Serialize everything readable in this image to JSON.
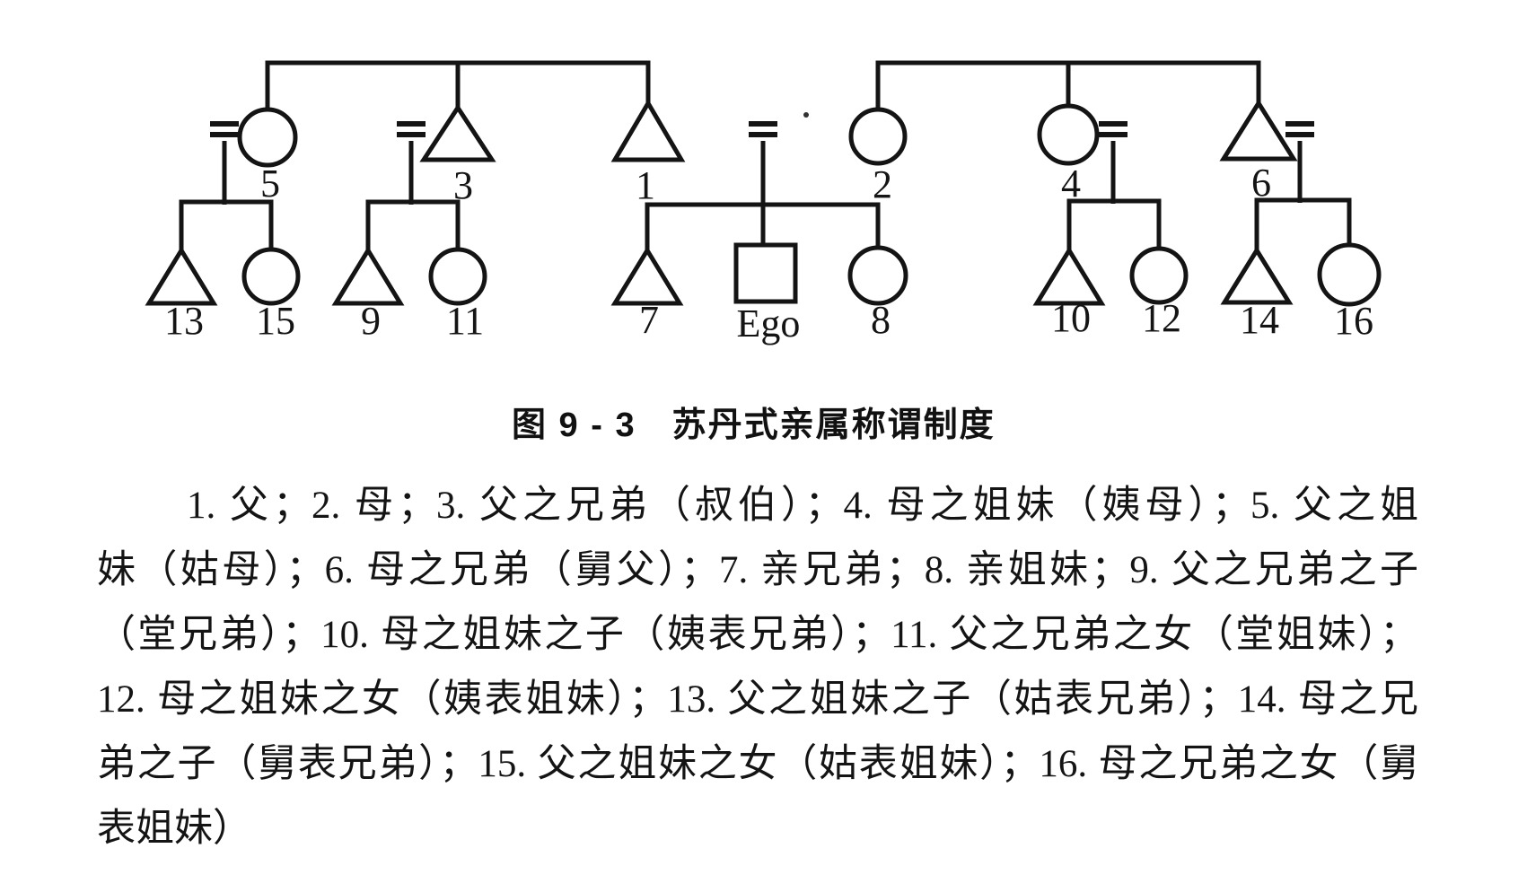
{
  "figure": {
    "title": "图 9 - 3　苏丹式亲属称谓制度",
    "caption_lines": [
      "1. 父；2. 母；3. 父之兄弟（叔伯）；4. 母之姐妹（姨母）；5. 父之姐",
      "妹（姑母）；6. 母之兄弟（舅父）；7. 亲兄弟；8. 亲姐妹；9. 父之兄弟之子",
      "（堂兄弟）；10. 母之姐妹之子（姨表兄弟）；11. 父之兄弟之女（堂姐妹）；",
      "12. 母之姐妹之女（姨表姐妹）；13. 父之姐妹之子（姑表兄弟）；14. 母之兄",
      "弟之子（舅表兄弟）；15. 父之姐妹之女（姑表姐妹）；16. 母之兄弟之女（舅",
      "表姐妹）"
    ]
  },
  "diagram": {
    "labels": {
      "p1": "1",
      "p2": "2",
      "p3": "3",
      "p4": "4",
      "p5": "5",
      "p6": "6",
      "p7": "7",
      "p8": "8",
      "p9": "9",
      "p10": "10",
      "p11": "11",
      "p12": "12",
      "p13": "13",
      "p14": "14",
      "p15": "15",
      "p16": "16",
      "ego": "Ego"
    }
  }
}
